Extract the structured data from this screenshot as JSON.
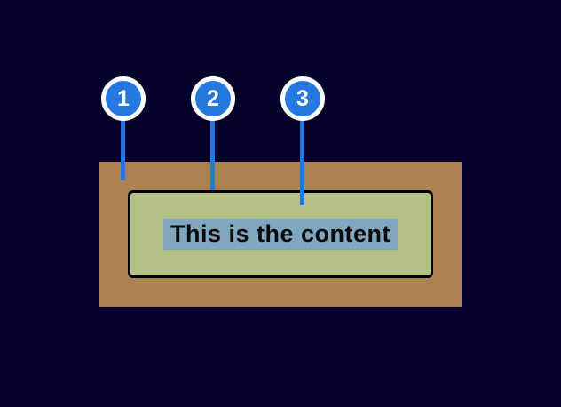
{
  "canvas": {
    "background_color": "#04022b"
  },
  "callouts": [
    {
      "number": "1"
    },
    {
      "number": "2"
    },
    {
      "number": "3"
    }
  ],
  "box_model": {
    "content_text": "This is the content"
  },
  "colors": {
    "margin_area": "#ab8351",
    "padding_area": "#b2c287",
    "content_highlight": "#81a7bf",
    "callout_fill": "#2478df",
    "callout_ring": "#ffffff",
    "box_border": "#000000",
    "text": "#0a0a0a"
  }
}
